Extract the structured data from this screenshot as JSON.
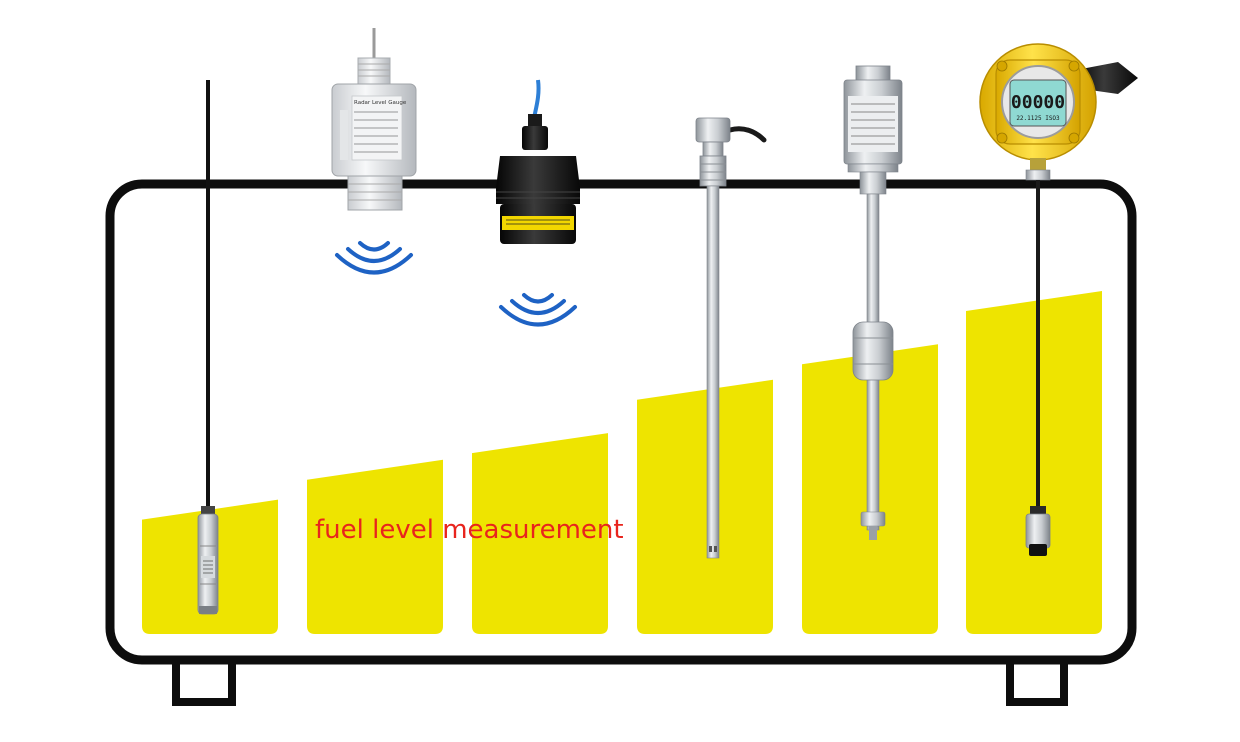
{
  "caption": {
    "text": "fuel level measurement",
    "color": "#e8241d"
  },
  "colors": {
    "fuel": "#eee400",
    "tank_outline": "#0d0d0d",
    "background": "#ffffff",
    "signal_wave": "#1e62c4",
    "steel": "#b9bec4",
    "transmitter_housing": "#f4d21b",
    "lcd": "#8fd9d2"
  },
  "fuel_levels": [
    0.28,
    0.37,
    0.43,
    0.55,
    0.63,
    0.75
  ],
  "sensors": [
    {
      "icon": "submersible-pressure-probe-icon"
    },
    {
      "icon": "radar-level-gauge-icon",
      "label": "Radar Level Gauge"
    },
    {
      "icon": "ultrasonic-level-sensor-icon"
    },
    {
      "icon": "capacitive-level-probe-icon"
    },
    {
      "icon": "magnetostrictive-level-transmitter-icon"
    },
    {
      "icon": "explosion-proof-level-transmitter-icon",
      "display": "00000",
      "display_sub": "22.1125 ISO3"
    }
  ]
}
